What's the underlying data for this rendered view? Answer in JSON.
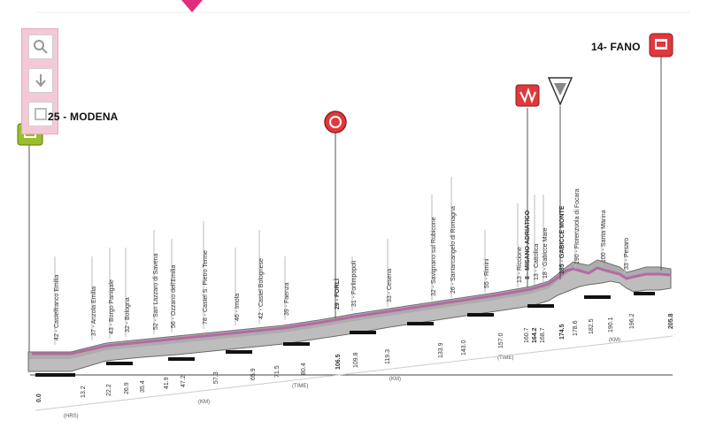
{
  "start": {
    "km": "25",
    "name": "MODENA"
  },
  "finish": {
    "km": "14",
    "name": "FANO"
  },
  "colors": {
    "accent": "#e02d7a",
    "profile_line": "#b46aa4",
    "terrain": "#7a7a7a",
    "start_badge": "#9bbe2a",
    "finish_badge": "#e0383c"
  },
  "icons": [
    "zoom-in-icon",
    "zoom-out-icon",
    "zoom-reset-icon",
    "start-flag-icon",
    "sprint-icon",
    "kom-icon",
    "feed-zone-icon",
    "finish-flag-icon",
    "pink-map-pin-icon"
  ],
  "places": [
    "42 - Castelfranco Emilia",
    "37 - Anzola Emilia",
    "43 - Borgo Panigale",
    "32 - Bologna",
    "52 - San Lazzaro di Savena",
    "56 - Ozzano dell'Emilia",
    "78 - Castel S. Pietro Terme",
    "46 - Imola",
    "42 - Castel Bolognese",
    "39 - Faenza",
    "29 - FORLÌ",
    "31 - Forlimpopoli",
    "33 - Cesena",
    "32 - Savignano sul Rubicone",
    "26 - Santarcangelo di Romagna",
    "55 - Rimini",
    "13 - Riccione",
    "8 - MISANO ADRIATICO",
    "13 - Cattolica",
    "18 - Gabicce Mare",
    "185 - GABICCE MONTE",
    "190 - Fiorenzuola di Focara",
    "100 - Santa Marina",
    "33 - Pesaro"
  ],
  "distances": [
    "0.0",
    "13.2",
    "22.2",
    "26.9",
    "35.4",
    "41.9",
    "47.2",
    "57.3",
    "65.9",
    "71.5",
    "80.4",
    "106.5",
    "109.8",
    "119.3",
    "133.9",
    "143.0",
    "157.0",
    "160.7",
    "164.2",
    "168.7",
    "174.5",
    "178.6",
    "182.5",
    "190.1",
    "196.2",
    "205.8"
  ],
  "time_labels": [
    "(HRS)",
    "(KM)",
    "(TIME)",
    "(KM)",
    "(TIME)",
    "(KM)"
  ]
}
